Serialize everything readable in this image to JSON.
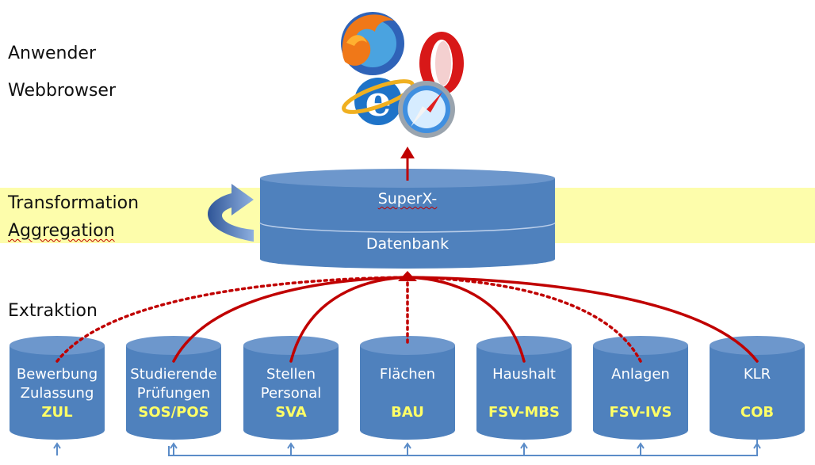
{
  "labels": {
    "anwender": "Anwender",
    "webbrowser": "Webbrowser",
    "transformation": "Transformation",
    "aggregation": "Aggregation",
    "extraktion": "Extraktion"
  },
  "central_db": {
    "line1": "SuperX-",
    "line2": "Datenbank"
  },
  "sources": [
    {
      "line1": "Bewerbung",
      "line2": "Zulassung",
      "code": "ZUL",
      "link": "dotted"
    },
    {
      "line1": "Studierende",
      "line2": "Prüfungen",
      "code": "SOS/POS",
      "link": "solid"
    },
    {
      "line1": "Stellen",
      "line2": "Personal",
      "code": "SVA",
      "link": "solid"
    },
    {
      "line1": "Flächen",
      "line2": "",
      "code": "BAU",
      "link": "dotted"
    },
    {
      "line1": "Haushalt",
      "line2": "",
      "code": "FSV-MBS",
      "link": "solid"
    },
    {
      "line1": "Anlagen",
      "line2": "",
      "code": "FSV-IVS",
      "link": "dotted"
    },
    {
      "line1": "KLR",
      "line2": "",
      "code": "COB",
      "link": "solid"
    }
  ],
  "icons": {
    "browsers": [
      "firefox-icon",
      "internet-explorer-icon",
      "opera-icon",
      "safari-icon"
    ]
  },
  "colors": {
    "cylinder": "#4f81bd",
    "band": "#fdfdab",
    "arrow_red": "#c00000",
    "code_yellow": "#ffff66",
    "bus_blue": "#5b8cc8"
  }
}
